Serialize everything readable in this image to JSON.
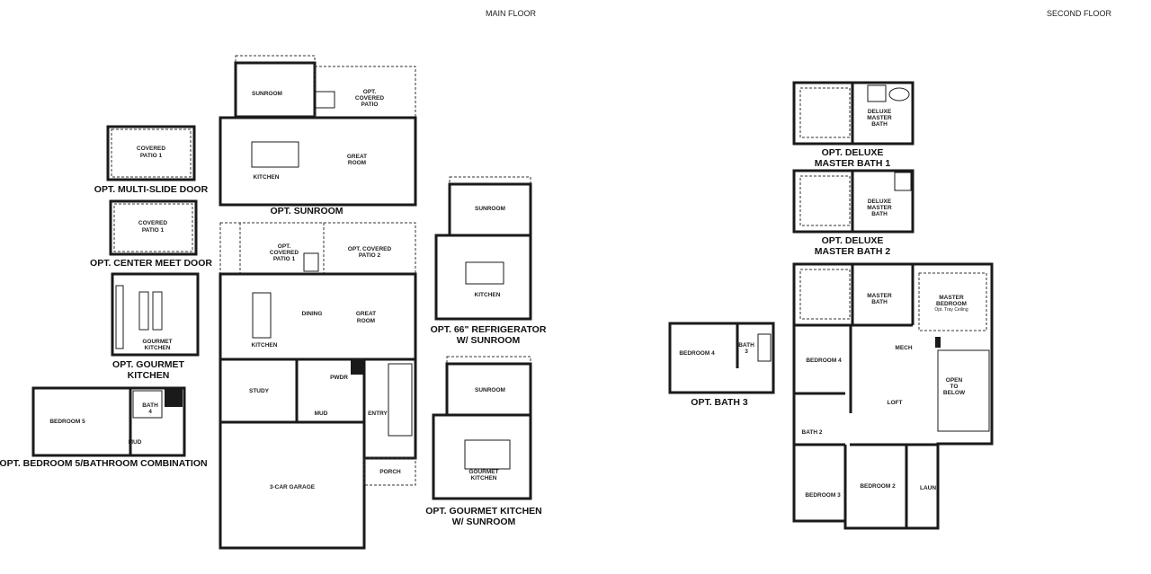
{
  "headers": {
    "main_floor": "MAIN FLOOR",
    "second_floor": "SECOND FLOOR"
  },
  "options": {
    "multi_slide": {
      "title": "OPT. MULTI-SLIDE DOOR",
      "room1": "COVERED",
      "room2": "PATIO 1"
    },
    "center_meet": {
      "title": "OPT. CENTER MEET DOOR",
      "room1": "COVERED",
      "room2": "PATIO 1"
    },
    "gourmet": {
      "title1": "OPT. GOURMET",
      "title2": "KITCHEN",
      "room1": "GOURMET",
      "room2": "KITCHEN"
    },
    "bedroom5": {
      "title": "OPT. BEDROOM 5/BATHROOM COMBINATION",
      "bedroom": "BEDROOM 5",
      "bath1": "BATH",
      "bath2": "4",
      "mud": "MUD"
    },
    "sunroom": {
      "title": "OPT. SUNROOM",
      "sunroom": "SUNROOM",
      "patio1": "OPT.",
      "patio2": "COVERED",
      "patio3": "PATIO",
      "great1": "GREAT",
      "great2": "ROOM",
      "kitchen": "KITCHEN"
    },
    "fridge": {
      "title1": "OPT. 66\" REFRIGERATOR",
      "title2": "W/ SUNROOM",
      "sunroom": "SUNROOM",
      "kitchen": "KITCHEN"
    },
    "gourmet_sunroom": {
      "title1": "OPT. GOURMET KITCHEN",
      "title2": "W/ SUNROOM",
      "sunroom": "SUNROOM",
      "kitchen1": "GOURMET",
      "kitchen2": "KITCHEN"
    },
    "deluxe1": {
      "title1": "OPT. DELUXE",
      "title2": "MASTER BATH 1",
      "r1": "DELUXE",
      "r2": "MASTER",
      "r3": "BATH"
    },
    "deluxe2": {
      "title1": "OPT. DELUXE",
      "title2": "MASTER BATH 2",
      "r1": "DELUXE",
      "r2": "MASTER",
      "r3": "BATH"
    },
    "bath3": {
      "title": "OPT. BATH 3",
      "bedroom": "BEDROOM 4",
      "bath1": "BATH",
      "bath2": "3"
    }
  },
  "main_floor": {
    "patio1a": "OPT.",
    "patio1b": "COVERED",
    "patio1c": "PATIO 1",
    "patio2a": "OPT. COVERED",
    "patio2b": "PATIO 2",
    "dining": "DINING",
    "great1": "GREAT",
    "great2": "ROOM",
    "kitchen": "KITCHEN",
    "study": "STUDY",
    "pwdr": "PWDR",
    "mud": "MUD",
    "entry": "ENTRY",
    "porch": "PORCH",
    "garage": "3-CAR GARAGE"
  },
  "second_floor": {
    "master_bath1": "MASTER",
    "master_bath2": "BATH",
    "master_bed1": "MASTER",
    "master_bed2": "BEDROOM",
    "tray": "Opt. Tray Ceiling",
    "bedroom4": "BEDROOM 4",
    "mech": "MECH",
    "loft": "LOFT",
    "open1": "OPEN",
    "open2": "TO",
    "open3": "BELOW",
    "bath2": "BATH 2",
    "bedroom3": "BEDROOM 3",
    "bedroom2": "BEDROOM 2",
    "laun": "LAUN"
  }
}
